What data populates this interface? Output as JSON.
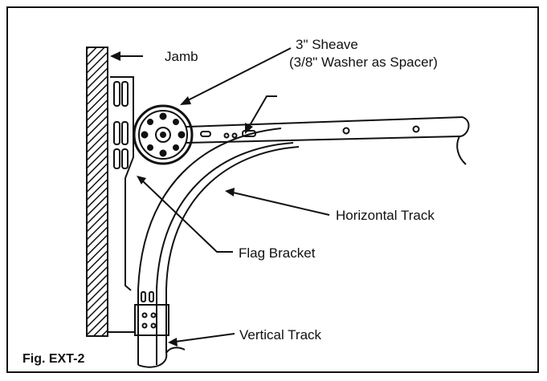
{
  "figure": {
    "caption": "Fig. EXT-2"
  },
  "callouts": {
    "jamb": "Jamb",
    "sheave": "3\" Sheave",
    "sheave_note": "(3/8\" Washer as Spacer)",
    "horizontal_track": "Horizontal Track",
    "flag_bracket": "Flag Bracket",
    "vertical_track": "Vertical Track"
  },
  "colors": {
    "line": "#111111",
    "background": "#ffffff"
  }
}
